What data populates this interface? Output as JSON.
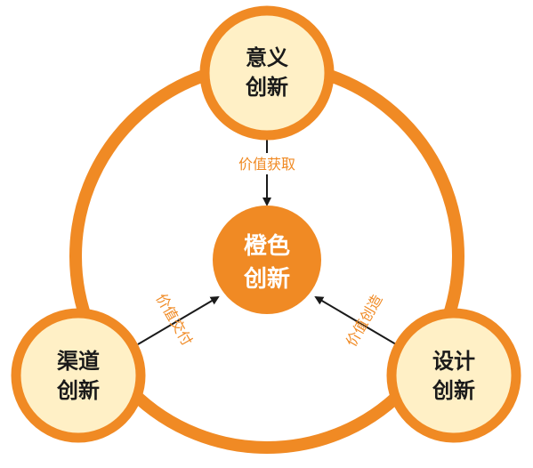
{
  "colors": {
    "ring": "#F08A24",
    "center_fill": "#F08A24",
    "node_fill": "#FFF0C6",
    "node_stroke": "#F08A24",
    "arrow": "#1a1a1a",
    "edge_label": "#F08A24",
    "center_text": "#FFFFFF"
  },
  "center": {
    "line1": "橙色",
    "line2": "创新"
  },
  "nodes": {
    "top": {
      "line1": "意义",
      "line2": "创新"
    },
    "left": {
      "line1": "渠道",
      "line2": "创新"
    },
    "right": {
      "line1": "设计",
      "line2": "创新"
    }
  },
  "edges": {
    "top": "价值获取",
    "left": "价值交付",
    "right": "价值创造"
  }
}
